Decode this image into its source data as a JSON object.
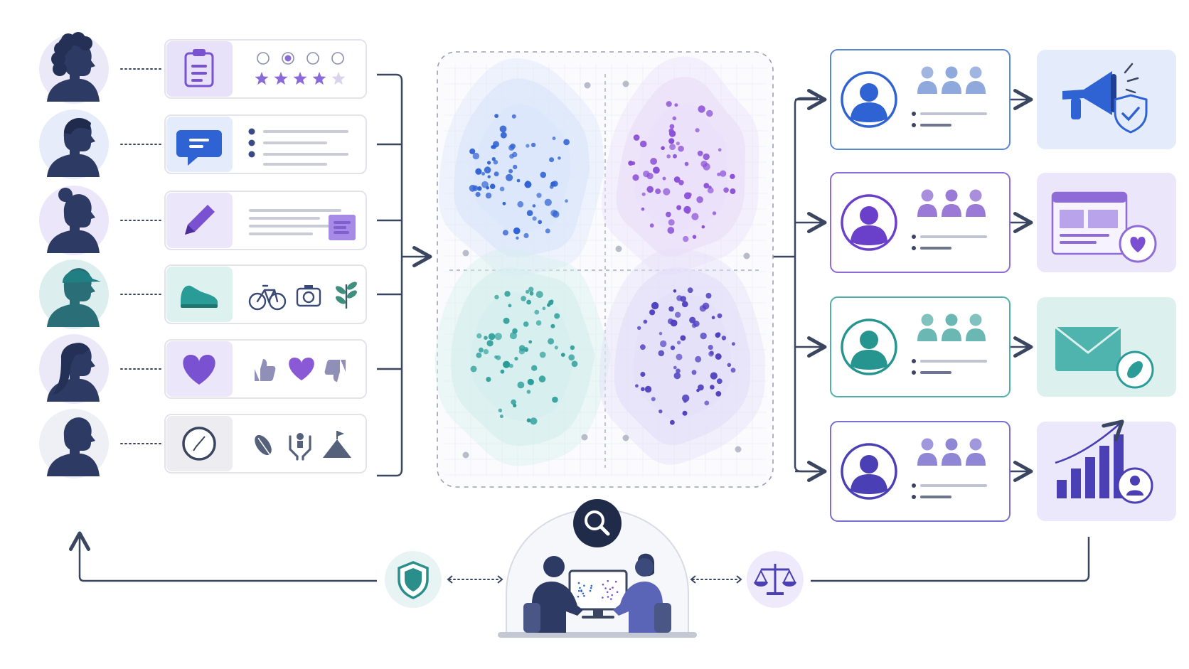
{
  "palette": {
    "navy": "#2e3d5c",
    "blue": "#2f62d3",
    "purple": "#7a52d1",
    "teal": "#2a9c98",
    "indigo": "#4e45b8",
    "line": "#3a4660",
    "card_border": "#e3e3ec",
    "soft_lilac": "#ece6fb",
    "soft_blue": "#e4ecfb",
    "soft_teal": "#ddf1ef",
    "star": "#8a6ad8",
    "gray_dot": "#b7bcc8"
  },
  "people": [
    {
      "name": "person-curly-hair",
      "bg": "#ebe8f8"
    },
    {
      "name": "person-short-hair",
      "bg": "#e6ecfa"
    },
    {
      "name": "person-hair-bun",
      "bg": "#ece6fb"
    },
    {
      "name": "person-cap",
      "bg": "#dcefee"
    },
    {
      "name": "person-long-hair",
      "bg": "#ebe8f8"
    },
    {
      "name": "person-bald",
      "bg": "#eef0f6"
    }
  ],
  "signals": [
    {
      "name": "survey-signal",
      "icon": "clipboard-icon",
      "detail": "rating",
      "icon_bg": "#e7e1fa"
    },
    {
      "name": "chat-signal",
      "icon": "chat-bubble-icon",
      "detail": "bullet-list",
      "icon_bg": "#e4ecfb"
    },
    {
      "name": "notes-signal",
      "icon": "pencil-icon",
      "detail": "lines-with-sticky-note",
      "icon_bg": "#ece6fb"
    },
    {
      "name": "activity-signal",
      "icon": "sneaker-icon",
      "detail": "hobby-icons",
      "icon_bg": "#ddf1ef"
    },
    {
      "name": "reaction-signal",
      "icon": "heart-icon",
      "detail": "reaction-icons",
      "icon_bg": "#ece6fb"
    },
    {
      "name": "values-signal",
      "icon": "compass-icon",
      "detail": "value-icons",
      "icon_bg": "#ececf1"
    }
  ],
  "rating": {
    "selected_option": 2,
    "option_count": 4,
    "stars_filled": 4,
    "stars_total": 5
  },
  "clusters": [
    {
      "name": "cluster-blue",
      "color": "#2f62d3",
      "halo": "#dbe7fb"
    },
    {
      "name": "cluster-purple",
      "color": "#8a4fd6",
      "halo": "#ebe0fa"
    },
    {
      "name": "cluster-teal",
      "color": "#2a9c98",
      "halo": "#d6efee"
    },
    {
      "name": "cluster-indigo",
      "color": "#4e3fc0",
      "halo": "#e4e0f8"
    }
  ],
  "segments": [
    {
      "name": "segment-blue",
      "color": "#2f62d3",
      "border": "#5a86d6",
      "people": "#8fa9dc",
      "outcome": "megaphone-shield-icon",
      "outcome_bg": "#e4ecfb"
    },
    {
      "name": "segment-purple",
      "color": "#6a3fc9",
      "border": "#8f6bd8",
      "people": "#9a7ad6",
      "outcome": "web-page-heart-icon",
      "outcome_bg": "#ece6fb"
    },
    {
      "name": "segment-teal",
      "color": "#26948f",
      "border": "#4fb0ab",
      "people": "#6bb7b3",
      "outcome": "envelope-leaf-icon",
      "outcome_bg": "#dcf0ee"
    },
    {
      "name": "segment-indigo",
      "color": "#4a3fb5",
      "border": "#7a6fd0",
      "people": "#8f86d6",
      "outcome": "growth-chart-user-icon",
      "outcome_bg": "#ece8fb"
    }
  ],
  "governance": {
    "privacy": "shield-icon",
    "review": "magnifier-icon",
    "fairness": "balance-scale-icon",
    "team": "analysts-at-screen"
  }
}
